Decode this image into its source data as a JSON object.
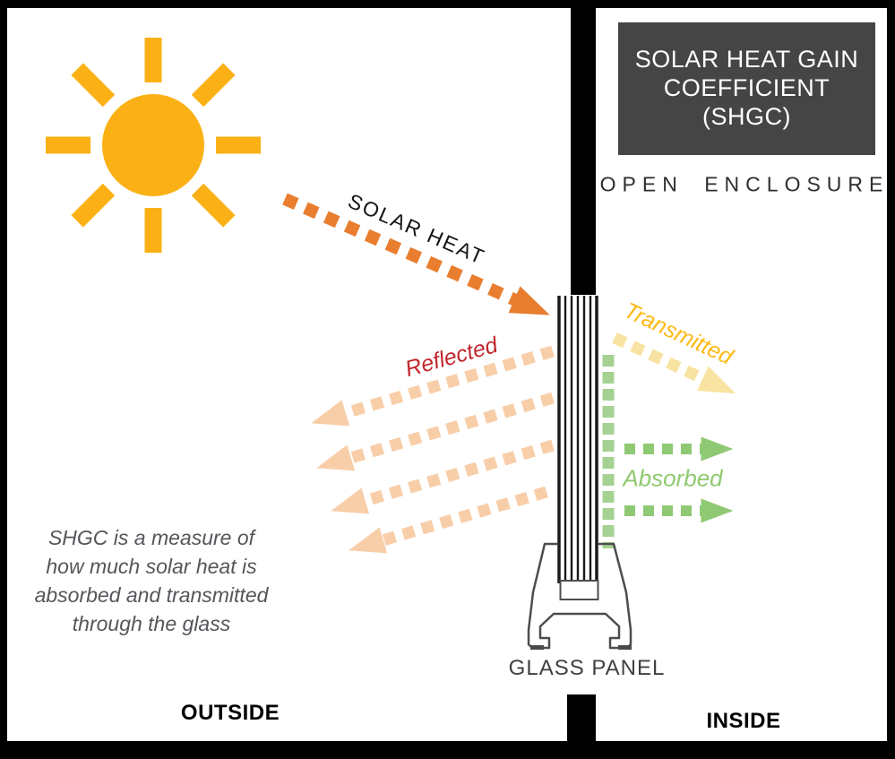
{
  "title_box": {
    "text": "SOLAR HEAT GAIN\nCOEFFICIENT\n(SHGC)"
  },
  "brand": {
    "text": "OPEN ENCLOSURE"
  },
  "labels": {
    "solar_heat": "SOLAR HEAT",
    "reflected": "Reflected",
    "transmitted": "Transmitted",
    "absorbed": "Absorbed",
    "glass_panel": "GLASS PANEL"
  },
  "description": {
    "text": "SHGC is a measure of\nhow much solar heat is\nabsorbed and transmitted\nthrough the glass"
  },
  "zones": {
    "outside": "OUTSIDE",
    "inside": "INSIDE"
  },
  "icons": {
    "sun": "sun-icon"
  },
  "colors": {
    "sun": "#FBB116",
    "solar_heat": "#E87E2E",
    "reflected_arrow": "#F8CEA9",
    "reflected_text": "#C1272D",
    "transmitted_arrow": "#F8E3A2",
    "transmitted_text": "#FDB913",
    "absorbed_arrow": "#8FC973",
    "absorbed_line": "#A5D292",
    "absorbed_text": "#8FC96F",
    "title_bg": "#454545",
    "title_text": "#FFFFFF",
    "text_dark": "#141414",
    "description_text": "#54565A",
    "glass_outline": "#4D4D4F",
    "wall": "#000000"
  }
}
